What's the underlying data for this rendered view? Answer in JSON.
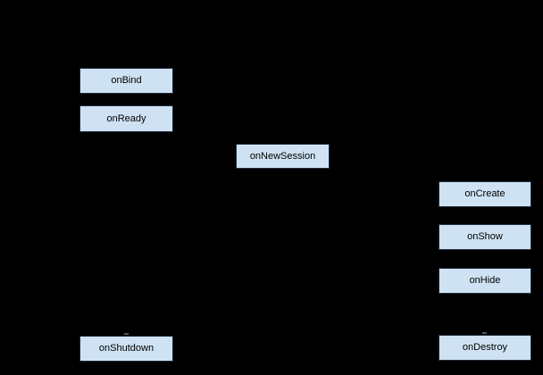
{
  "diagram": {
    "description": "Service lifecycle diagram on black background",
    "nodes": [
      {
        "id": "onbind",
        "label": "onBind"
      },
      {
        "id": "onready",
        "label": "onReady"
      },
      {
        "id": "onnewsession",
        "label": "onNewSession"
      },
      {
        "id": "oncreate",
        "label": "onCreate"
      },
      {
        "id": "onshow",
        "label": "onShow"
      },
      {
        "id": "onhide",
        "label": "onHide"
      },
      {
        "id": "onshutdown",
        "label": "onShutdown"
      },
      {
        "id": "ondestroy",
        "label": "onDestroy"
      }
    ],
    "colors": {
      "background": "#000000",
      "node_fill": "#cfe2f3",
      "node_border": "#1f2d3b",
      "node_text": "#000000",
      "arrow_tip": "#4a5663"
    }
  }
}
